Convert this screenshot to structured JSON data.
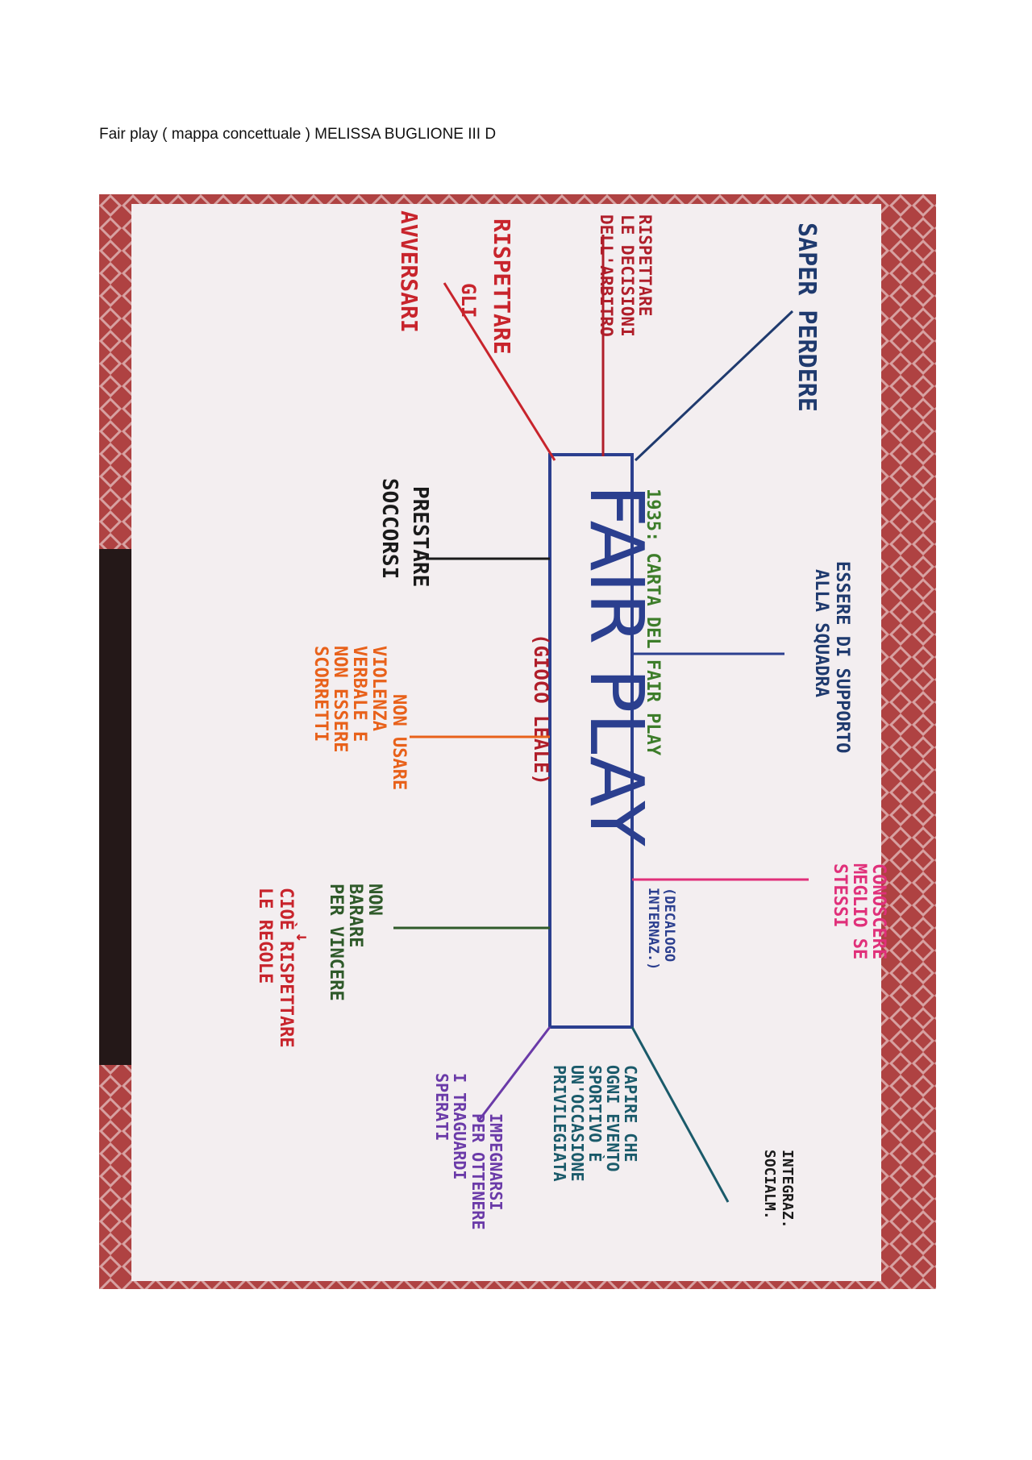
{
  "document": {
    "title": "Fair play ( mappa concettuale ) MELISSA BUGLIONE III D"
  },
  "mind_map": {
    "center": {
      "main_text": "FAIR PLAY",
      "sub_text": "(GIOCO LEALE)",
      "rail_text": "1935: CARTA DEL FAIR PLAY",
      "rail_note_1": "(DECALOGO",
      "rail_note_2": "INTERNAZ.)"
    },
    "branches": {
      "saper_perdere": "SAPER PERDERE",
      "rispettare_arbitro_1": "RISPETTARE",
      "rispettare_arbitro_2": "LE DECISIONI",
      "rispettare_arbitro_3": "DELL'ARBITRO",
      "rispettare_avversari_1": "RISPETTARE",
      "rispettare_avversari_2": "GLI",
      "rispettare_avversari_3": "AVVERSARI",
      "prestare_1": "PRESTARE",
      "prestare_2": "SOCCORSI",
      "supporto_1": "ESSERE DI SUPPORTO",
      "supporto_2": "ALLA SQUADRA",
      "violenza_1": "NON USARE",
      "violenza_2": "VIOLENZA",
      "violenza_3": "VERBALE E",
      "violenza_4": "NON ESSERE",
      "violenza_5": "SCORRETTI",
      "conoscere_1": "CONOSCERE",
      "conoscere_2": "MEGLIO SE",
      "conoscere_3": "STESSI",
      "barare_1": "NON",
      "barare_2": "BARARE",
      "barare_3": "PER VINCERE",
      "barare_arrow": "↓",
      "barare_4": "CIOÈ RISPETTARE",
      "barare_5": "LE REGOLE",
      "capire_1": "CAPIRE CHE",
      "capire_2": "OGNI EVENTO",
      "capire_3": "SPORTIVO È",
      "capire_4": "UN'OCCASIONE",
      "capire_5": "PRIVILEGIATA",
      "impegnarsi_1": "IMPEGNARSI",
      "impegnarsi_2": "PER OTTENERE",
      "impegnarsi_3": "I TRAGUARDI",
      "impegnarsi_4": "SPERATI",
      "integrazione_1": "INTEGRAZ.",
      "integrazione_2": "SOCIALM."
    },
    "colors": {
      "paper": "#f3eef0",
      "tablecloth": "#b84c4c",
      "blue": "#2b3f8f",
      "navy": "#1f3a6e",
      "red": "#c8242c",
      "dark_red": "#b01e2a",
      "green": "#3d7d2a",
      "black": "#1a1a1a",
      "orange": "#e8611a",
      "pink": "#e0307a",
      "teal": "#1a5a6a",
      "purple": "#6a3aa8",
      "dark_green": "#2f5a2a"
    }
  }
}
